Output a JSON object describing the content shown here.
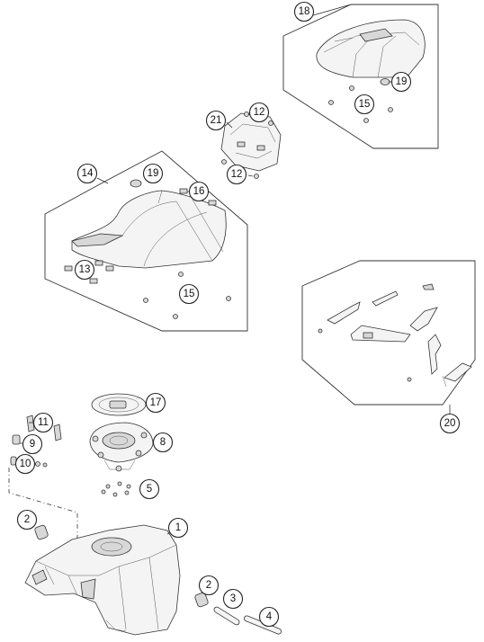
{
  "callouts": {
    "c1": "1",
    "c2a": "2",
    "c2b": "2",
    "c3": "3",
    "c4": "4",
    "c5": "5",
    "c8": "8",
    "c9": "9",
    "c10": "10",
    "c11": "11",
    "c12a": "12",
    "c12b": "12",
    "c13": "13",
    "c14": "14",
    "c15a": "15",
    "c15b": "15",
    "c16": "16",
    "c17": "17",
    "c18": "18",
    "c19a": "19",
    "c19b": "19",
    "c20": "20",
    "c21": "21"
  }
}
